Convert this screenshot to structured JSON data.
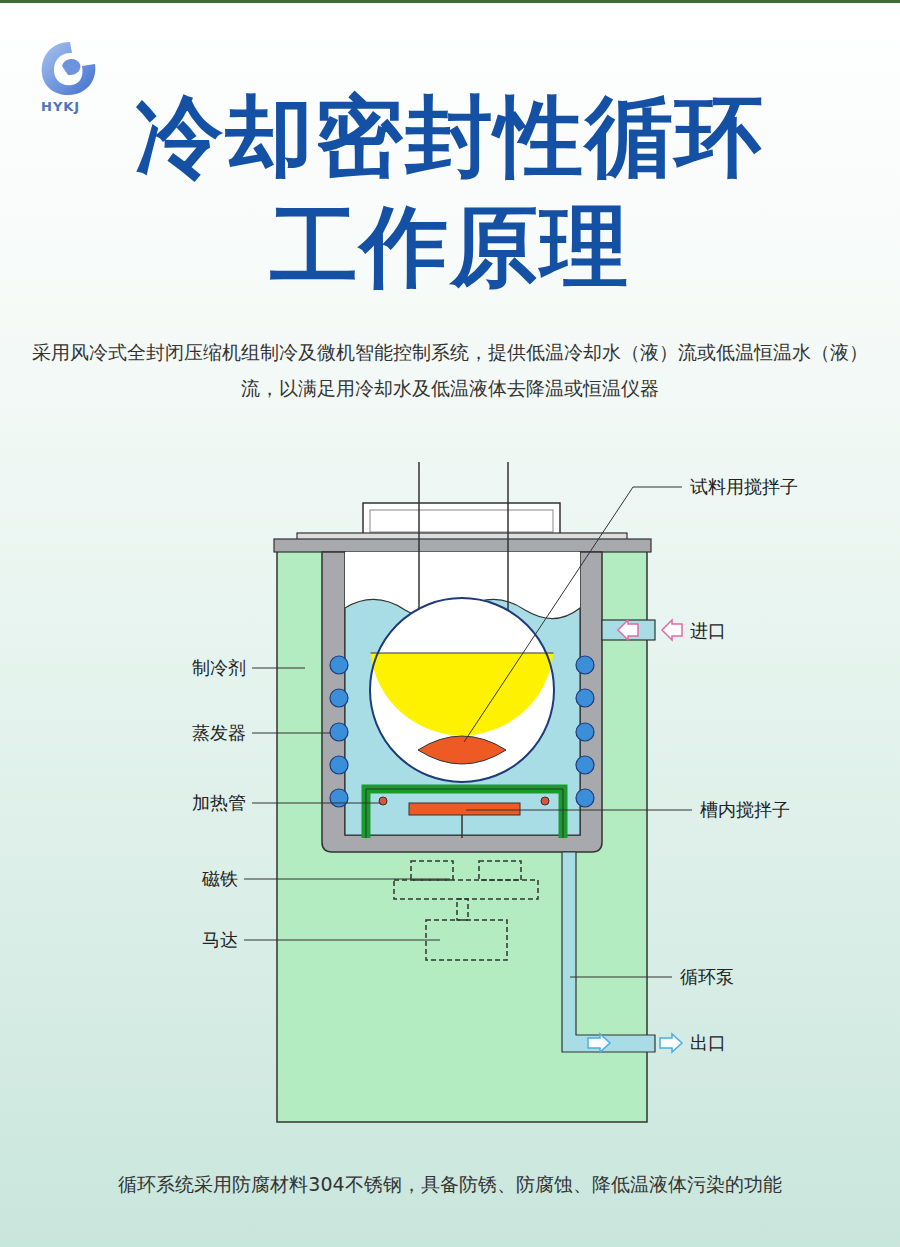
{
  "diagram": {
    "title": "冷却密封性循环工作原理",
    "caption": "循环系统采用防腐材料304不锈钢，具备防锈、防腐蚀、降低温液体污染的功能",
    "labels": [
      "HYKJ",
      "采用风冷式全封闭压缩机组制冷及微机智能控制系统，提供低温冷却水（液）流或低温恒温水（液）流，以满足用冷却水及低温液体去降温或恒温仪器",
      "试料用搅拌子",
      "进口",
      "制冷剂",
      "蒸发器",
      "加热管",
      "槽内搅拌子",
      "磁铁",
      "马达",
      "循环泵",
      "出口"
    ]
  }
}
